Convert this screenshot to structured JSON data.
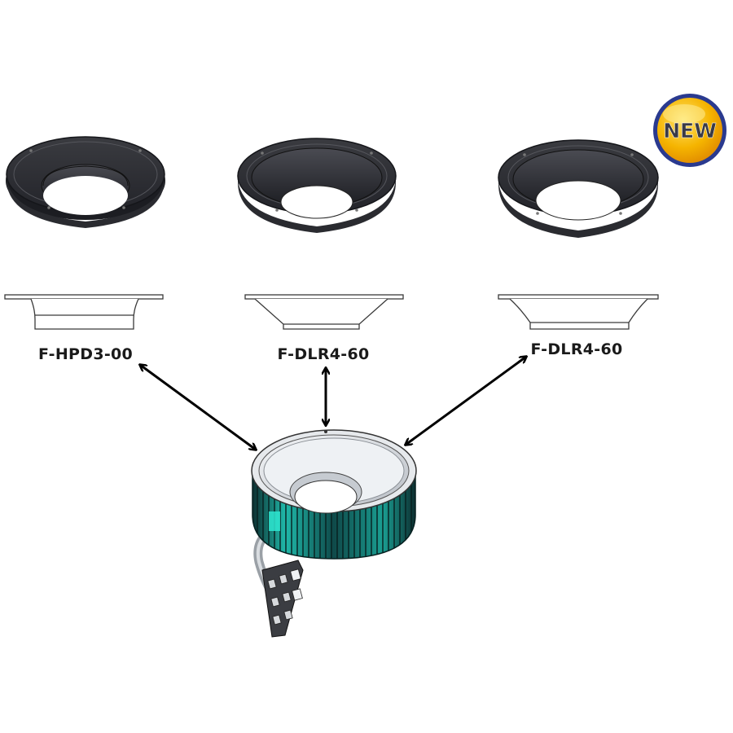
{
  "badge": {
    "text": "NEW"
  },
  "diffusers": [
    {
      "label": "F-HPD3-00"
    },
    {
      "label": "F-DLR4-60"
    },
    {
      "label": "F-DLR4-60"
    }
  ],
  "colors": {
    "flange": "#2e2f33",
    "flange_edge": "#15161a",
    "housing_teal": "#1fb8a9",
    "housing_dark": "#0f3b3b",
    "badge_outer": "#2a3a8f",
    "badge_fill": "#f5b400",
    "arrow": "#000000"
  }
}
